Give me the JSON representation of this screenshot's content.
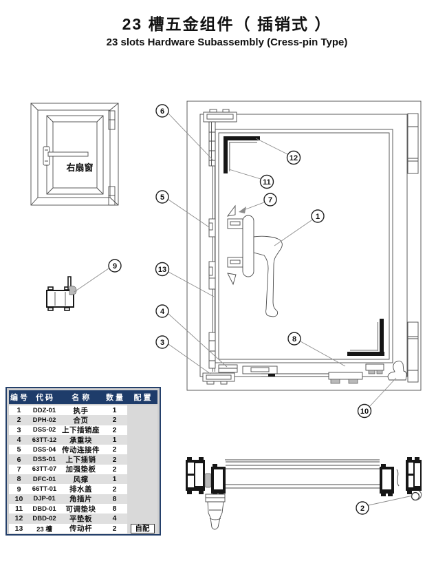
{
  "title": {
    "zh": "23 槽五金组件（ 插销式 ）",
    "en": "23 slots Hardware Subassembly (Cress-pin Type)"
  },
  "window_thumb": {
    "label": "右扇窗"
  },
  "callouts": {
    "c1": "1",
    "c2": "2",
    "c3": "3",
    "c4": "4",
    "c5": "5",
    "c6": "6",
    "c7": "7",
    "c8": "8",
    "c9": "9",
    "c10": "10",
    "c11": "11",
    "c12": "12",
    "c13": "13"
  },
  "parts_table": {
    "headers": [
      "编 号",
      "代 码",
      "名 称",
      "数 量",
      "配 置"
    ],
    "rows": [
      {
        "no": "1",
        "code": "DDZ-01",
        "name": "执手",
        "qty": "1",
        "config": ""
      },
      {
        "no": "2",
        "code": "DPH-02",
        "name": "合页",
        "qty": "2",
        "config": ""
      },
      {
        "no": "3",
        "code": "DSS-02",
        "name": "上下插销座",
        "qty": "2",
        "config": ""
      },
      {
        "no": "4",
        "code": "63TT-12",
        "name": "承重块",
        "qty": "1",
        "config": ""
      },
      {
        "no": "5",
        "code": "DSS-04",
        "name": "传动连接件",
        "qty": "2",
        "config": ""
      },
      {
        "no": "6",
        "code": "DSS-01",
        "name": "上下插销",
        "qty": "2",
        "config": ""
      },
      {
        "no": "7",
        "code": "63TT-07",
        "name": "加强垫板",
        "qty": "2",
        "config": ""
      },
      {
        "no": "8",
        "code": "DFC-01",
        "name": "风撑",
        "qty": "1",
        "config": ""
      },
      {
        "no": "9",
        "code": "66TT-01",
        "name": "排水盖",
        "qty": "2",
        "config": ""
      },
      {
        "no": "10",
        "code": "DJP-01",
        "name": "角插片",
        "qty": "8",
        "config": ""
      },
      {
        "no": "11",
        "code": "DBD-01",
        "name": "可调垫块",
        "qty": "8",
        "config": ""
      },
      {
        "no": "12",
        "code": "DBD-02",
        "name": "平垫板",
        "qty": "4",
        "config": ""
      },
      {
        "no": "13",
        "code": "23 槽",
        "name": "传动杆",
        "qty": "2",
        "config": "自配"
      }
    ]
  },
  "colors": {
    "table_header_bg": "#1e3c6a",
    "table_border": "#24406b",
    "row_alt": "#dfdfdf",
    "config_col": "#d9d9d9",
    "line": "#4a4a4a"
  }
}
